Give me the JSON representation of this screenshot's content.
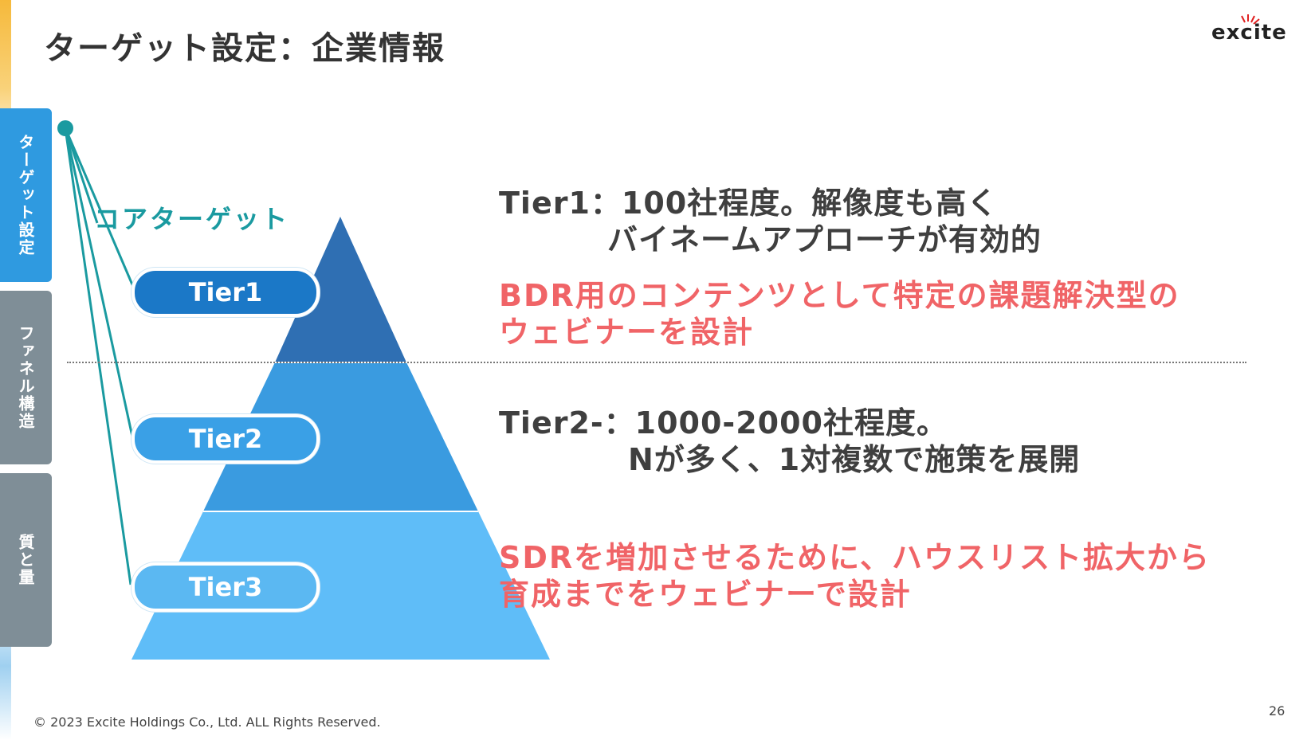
{
  "slide": {
    "title": "ターゲット設定：企業情報",
    "logo_text": "excite",
    "page_number": "26",
    "copyright": "© 2023 Excite Holdings Co., Ltd. ALL Rights Reserved."
  },
  "side_tabs": [
    {
      "label": "ターゲット設定",
      "active": true
    },
    {
      "label": "ファネル構造",
      "active": false
    },
    {
      "label": "質と量",
      "active": false
    }
  ],
  "core_label": "コアターゲット",
  "tiers": [
    {
      "label": "Tier1",
      "color": "#1b78c7"
    },
    {
      "label": "Tier2",
      "color": "#3aa0e6"
    },
    {
      "label": "Tier3",
      "color": "#5bb8f2"
    }
  ],
  "descriptions": {
    "tier1_line1": "Tier1：100社程度。解像度も高く",
    "tier1_line2": "バイネームアプローチが有効的",
    "tier1_red_line1": "BDR用のコンテンツとして特定の課題解決型の",
    "tier1_red_line2": "ウェビナーを設計",
    "tier2_line1": "Tier2-：1000-2000社程度。",
    "tier2_line2": "Nが多く、1対複数で施策を展開",
    "tier3_red_line1": "SDRを増加させるために、ハウスリスト拡大から",
    "tier3_red_line2": "育成までをウェビナーで設計"
  },
  "colors": {
    "accent": "#2f9ae0",
    "teal": "#1a9aa0",
    "highlight_red": "#f06467",
    "pyramid_top": "#2f6fb3",
    "pyramid_mid": "#3a9be0",
    "pyramid_bottom": "#5fbdf8"
  }
}
